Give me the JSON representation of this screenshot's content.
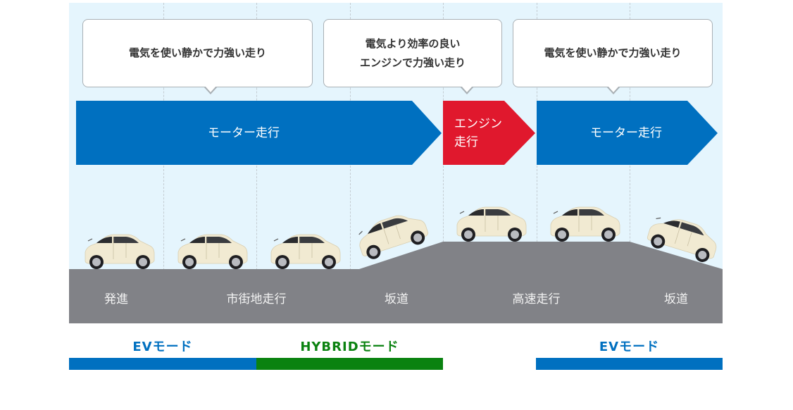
{
  "diagram": {
    "title": "EV / HYBRID driving mode diagram",
    "colors": {
      "motor": "#0070c0",
      "engine": "#e0182d",
      "ev_mode": "#0070c0",
      "hybrid_mode": "#0a8210",
      "road": "#818287",
      "sky": "#e5f5fd",
      "car_body": "#f1ead2"
    },
    "bubbles": [
      {
        "text": "電気を使い静かで力強い走り"
      },
      {
        "line1": "電気より効率の良い",
        "line2": "エンジンで力強い走り"
      },
      {
        "text": "電気を使い静かで力強い走り"
      }
    ],
    "drive_arrows": [
      {
        "type": "motor",
        "label": "モーター走行"
      },
      {
        "type": "engine",
        "line1": "エンジン",
        "line2": "走行"
      },
      {
        "type": "motor",
        "label": "モーター走行"
      }
    ],
    "road_sections": [
      {
        "label": "発進"
      },
      {
        "label": "市街地走行"
      },
      {
        "label": "坂道"
      },
      {
        "label": "高速走行"
      },
      {
        "label": "坂道"
      }
    ],
    "cars": [
      {
        "pose": "flat"
      },
      {
        "pose": "flat"
      },
      {
        "pose": "flat"
      },
      {
        "pose": "uphill"
      },
      {
        "pose": "flat"
      },
      {
        "pose": "flat"
      },
      {
        "pose": "downhill"
      }
    ],
    "modes": [
      {
        "label": "EVモード",
        "type": "ev"
      },
      {
        "label": "HYBRIDモード",
        "type": "hybrid"
      },
      {
        "label": "EVモード",
        "type": "ev"
      }
    ]
  }
}
